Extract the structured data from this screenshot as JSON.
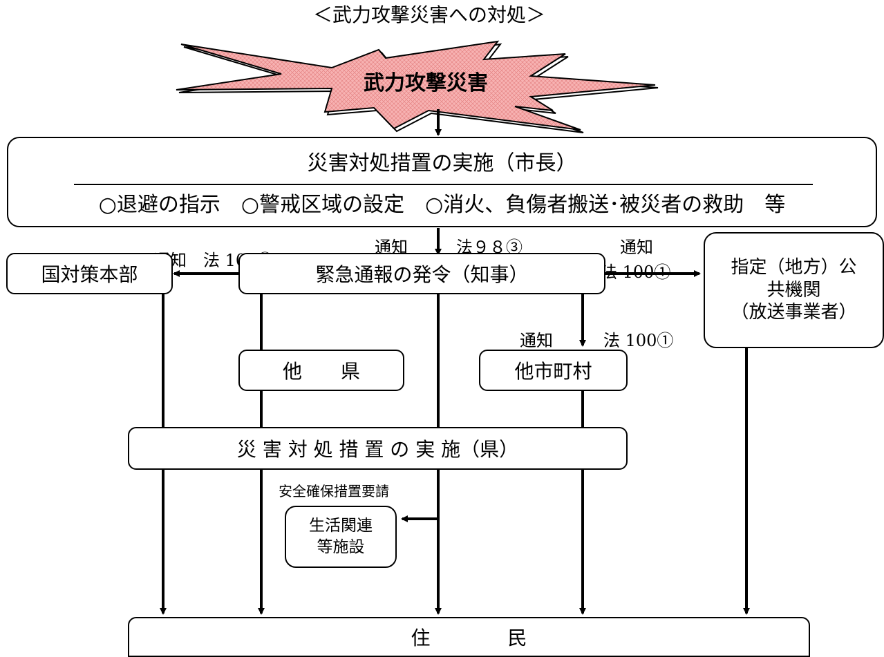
{
  "title": "＜武力攻撃災害への対処＞",
  "attack": {
    "label": "武力攻撃災害",
    "fill_color": "#f7b2b2"
  },
  "mayor_box": {
    "title": "災害対処措置の実施（市長）",
    "items": "○退避の指示　○警戒区域の設定　○消火、負傷者搬送･被災者の救助　等"
  },
  "edge_labels": {
    "notify_a": "通知",
    "law_98_3": "法９８③",
    "notify_b": "通知　法 100③",
    "notify_c": "通知",
    "law_100_1_right": "法 100①",
    "notify_d": "通知",
    "law_100_1_down": "法 100①",
    "safety_request": "安全確保措置要請"
  },
  "nodes": {
    "national_hq": "国対策本部",
    "warning": "緊急通報の発令（知事）",
    "designated_line1": "指定（地方）公",
    "designated_line2": "共機関",
    "designated_line3": "（放送事業者）",
    "other_pref": "他　　県",
    "other_muni": "他市町村",
    "prefecture": "災 害 対 処 措 置 の 実 施（県）",
    "facilities_line1": "生活関連",
    "facilities_line2": "等施設",
    "residents": "住　　　　民"
  }
}
